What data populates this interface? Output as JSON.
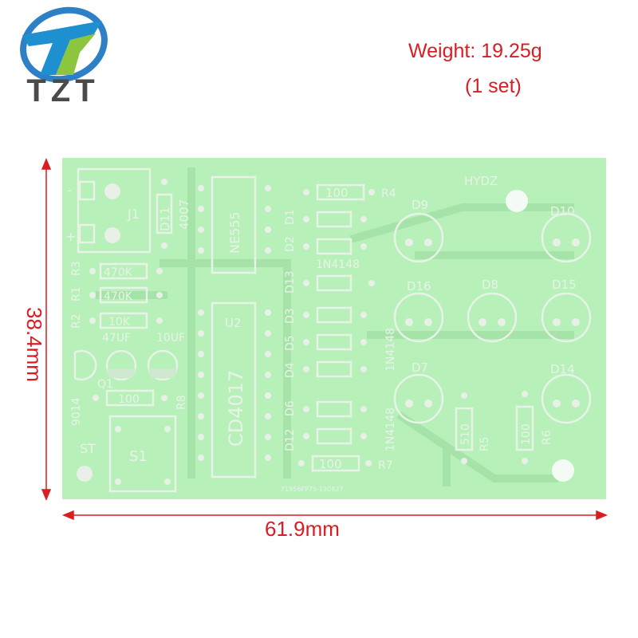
{
  "brand": {
    "logo_text": "TZT"
  },
  "specs": {
    "weight": "Weight: 19.25g",
    "set": "(1 set)"
  },
  "dimensions": {
    "width": "61.9mm",
    "height": "38.4mm"
  },
  "board": {
    "maker": "HYDZ",
    "serial": "71956FP75-190827",
    "connector": {
      "ref": "J1",
      "minus": "-",
      "plus": "+"
    },
    "switch": {
      "ref": "S1",
      "label": "ST"
    },
    "ics": [
      {
        "ref": "NE555"
      },
      {
        "ref": "CD4017",
        "unit": "U2"
      }
    ],
    "resistors": [
      {
        "ref": "R1",
        "value": "470K"
      },
      {
        "ref": "R2",
        "value": "10K"
      },
      {
        "ref": "R3",
        "value": "470K"
      },
      {
        "ref": "R4",
        "value": "100"
      },
      {
        "ref": "R5",
        "value": "510"
      },
      {
        "ref": "R6",
        "value": "100"
      },
      {
        "ref": "R7",
        "value": "100"
      },
      {
        "ref": "R8",
        "value": "100"
      }
    ],
    "capacitors": [
      {
        "value": "47UF"
      },
      {
        "value": "10UF"
      }
    ],
    "transistor": {
      "ref": "Q1",
      "part": "9014"
    },
    "diodes": [
      {
        "ref": "D11",
        "part": "4007"
      },
      {
        "ref": "D1"
      },
      {
        "ref": "D2"
      },
      {
        "ref": "D13"
      },
      {
        "ref": "D3"
      },
      {
        "ref": "D4"
      },
      {
        "ref": "D5"
      },
      {
        "ref": "D6"
      },
      {
        "ref": "D12"
      }
    ],
    "diode_part_labels": [
      "1N4148",
      "1N4148",
      "1N4148"
    ],
    "leds": [
      "D9",
      "D10",
      "D16",
      "D8",
      "D15",
      "D7",
      "D14"
    ],
    "colors": {
      "board": "#b7f0b9",
      "silkscreen": "#e8f3e8",
      "trace": "#a7e3a8",
      "annotation": "#d81e22"
    }
  }
}
